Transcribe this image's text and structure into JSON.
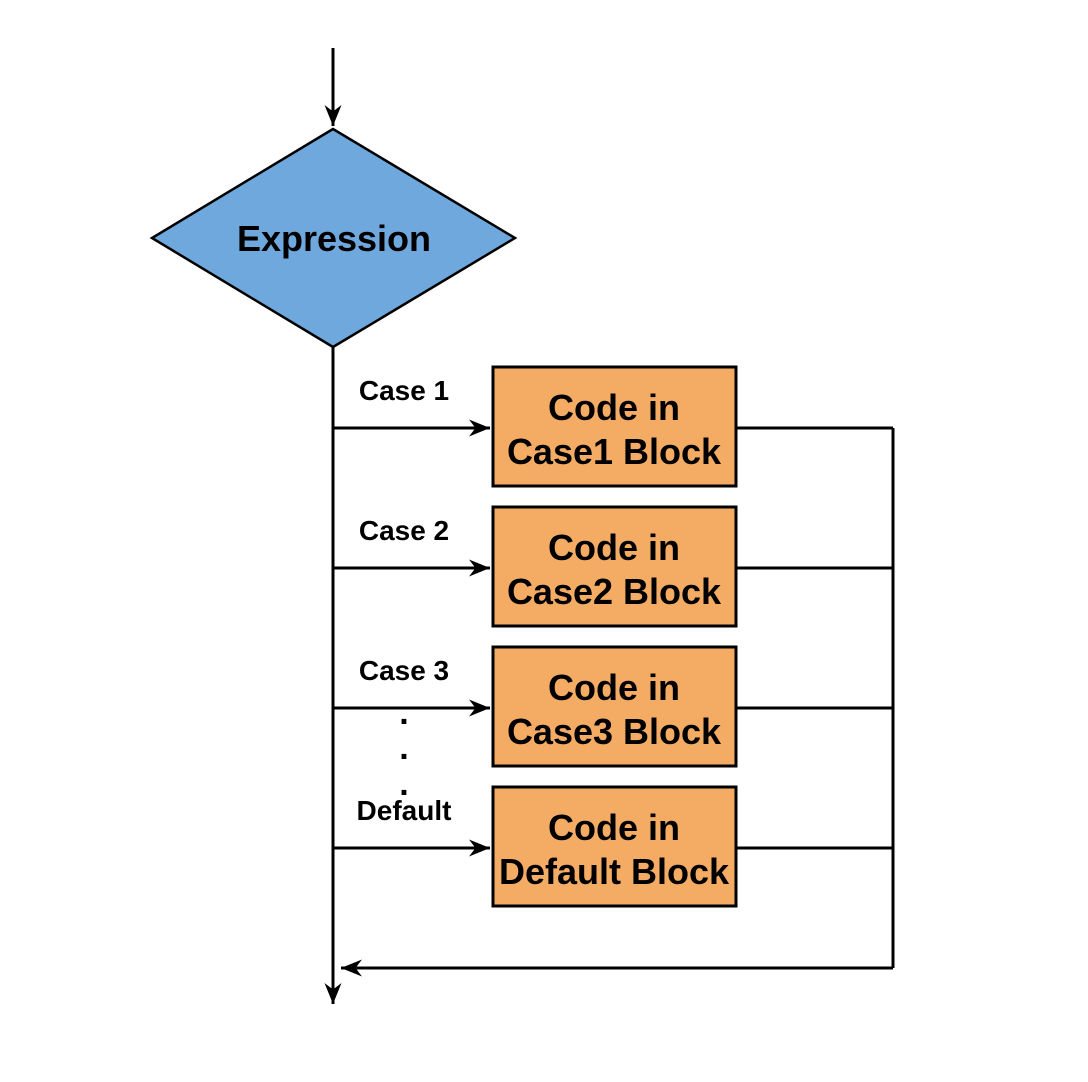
{
  "colors": {
    "decision_fill": "#6FA8DC",
    "process_fill": "#F4AC65",
    "line": "#000000"
  },
  "decision": {
    "label": "Expression"
  },
  "branches": [
    {
      "case_label": "Case 1",
      "block_line1": "Code in",
      "block_line2": "Case1 Block"
    },
    {
      "case_label": "Case 2",
      "block_line1": "Code in",
      "block_line2": "Case2 Block"
    },
    {
      "case_label": "Case 3",
      "block_line1": "Code in",
      "block_line2": "Case3 Block"
    },
    {
      "case_label": "Default",
      "block_line1": "Code in",
      "block_line2": "Default Block"
    }
  ],
  "ellipsis_dots": [
    ".",
    ".",
    "."
  ]
}
